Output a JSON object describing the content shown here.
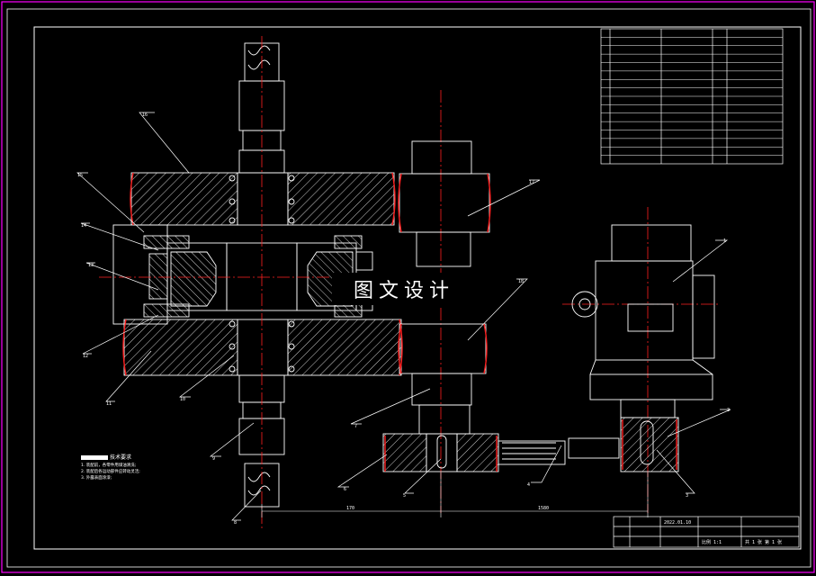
{
  "watermark": "图文设计",
  "part_labels": [
    "1",
    "2",
    "3",
    "4",
    "5",
    "6",
    "7",
    "8",
    "9",
    "10",
    "11",
    "12",
    "13",
    "14",
    "15",
    "16",
    "17",
    "18"
  ],
  "dimensions": [
    "170",
    "1580"
  ],
  "notes": {
    "title": "技术要求",
    "lines": [
      "1. 装配前，各零件用煤油清洗;",
      "2. 装配后各运动部件应转动灵活;",
      "3. 外露表面涂漆;"
    ]
  },
  "title_block": {
    "date": "2022.01.10",
    "scale_label": "比例 1:1",
    "sheet": "共 1 张 第 1 张"
  },
  "colors": {
    "line": "#ffffff",
    "center": "#ff2020",
    "frame": "#ff00ff",
    "hatch": "#ffffff"
  }
}
